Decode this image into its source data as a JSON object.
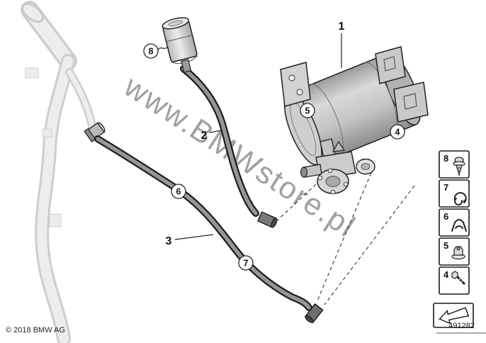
{
  "diagram": {
    "watermark": "www.BMWstore.pl",
    "copyright": "© 2018 BMW AG",
    "part_number": "491282",
    "colors": {
      "line": "#222222",
      "hose": "#969696",
      "ghost": "#d9d9d9",
      "watermark": "#8d8d8d"
    },
    "callouts": [
      {
        "id": "1",
        "style": "plain"
      },
      {
        "id": "2",
        "style": "plain"
      },
      {
        "id": "3",
        "style": "plain"
      },
      {
        "id": "4",
        "style": "circled"
      },
      {
        "id": "5",
        "style": "circled"
      },
      {
        "id": "6",
        "style": "circled"
      },
      {
        "id": "7",
        "style": "circled"
      },
      {
        "id": "8",
        "style": "circled"
      }
    ],
    "legend": {
      "items": [
        {
          "id": "8",
          "icon": "screw-icon"
        },
        {
          "id": "7",
          "icon": "hose-clamp-icon"
        },
        {
          "id": "6",
          "icon": "holder-clip-icon"
        },
        {
          "id": "5",
          "icon": "flange-nut-icon"
        },
        {
          "id": "4",
          "icon": "bolt-icon"
        }
      ],
      "footer_icon": "direction-arrow-icon"
    }
  }
}
